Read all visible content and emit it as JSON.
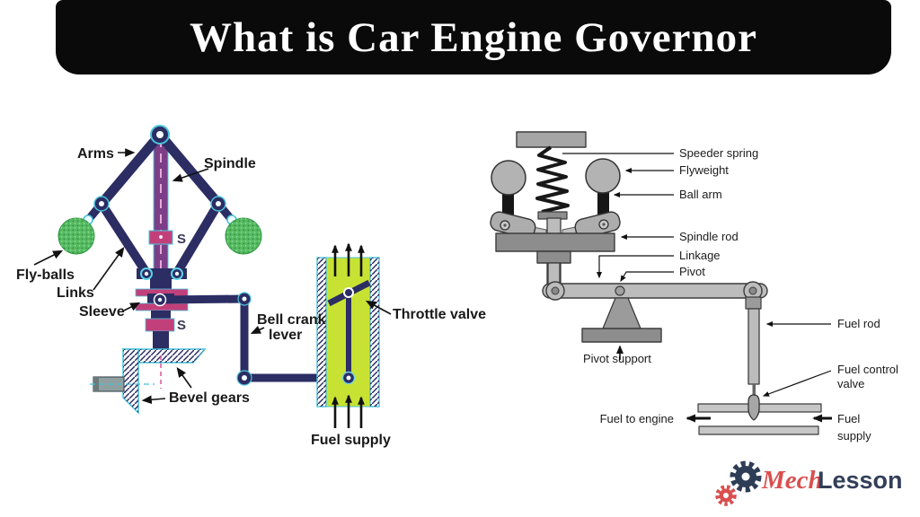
{
  "banner": {
    "title": "What is Car Engine Governor",
    "bg_color": "#0b0a0a",
    "text_color": "#ffffff"
  },
  "left_diagram": {
    "description": "centrifugal fly-ball governor with throttle valve",
    "labels": {
      "arms": "Arms",
      "spindle": "Spindle",
      "fly_balls": "Fly-balls",
      "links": "Links",
      "sleeve": "Sleeve",
      "s_upper": "S",
      "s_lower": "S",
      "bell_crank_line1": "Bell crank",
      "bell_crank_line2": "lever",
      "throttle_valve": "Throttle valve",
      "bevel_gears": "Bevel gears",
      "fuel_supply": "Fuel supply"
    },
    "colors": {
      "frame_navy": "#2b2d63",
      "outline_cyan": "#4cc4dc",
      "spindle_purple": "#7c3f87",
      "sleeve_pink": "#c2407a",
      "fly_ball_green": "#57bb62",
      "pipe_chartreuse": "#c8e234"
    }
  },
  "right_diagram": {
    "description": "mechanical governor with speeder spring and fuel control valve",
    "labels": {
      "speeder_spring": "Speeder spring",
      "flyweight": "Flyweight",
      "ball_arm": "Ball arm",
      "spindle_rod": "Spindle rod",
      "linkage": "Linkage",
      "pivot": "Pivot",
      "pivot_support": "Pivot support",
      "fuel_rod": "Fuel rod",
      "fuel_control_valve_line1": "Fuel control",
      "fuel_control_valve_line2": "valve",
      "fuel_to_engine": "Fuel to engine",
      "fuel_supply_line1": "Fuel",
      "fuel_supply_line2": "supply"
    },
    "colors": {
      "light_grey": "#bcbcbc",
      "mid_grey": "#9b9b9b",
      "dark_grey": "#8d8d8d",
      "outline": "#3c3c3c"
    }
  },
  "logo": {
    "mech": "Mech",
    "lesson": "Lesson",
    "mech_color": "#d94f4f",
    "lesson_color": "#333f58",
    "gear_large_color": "#2e3d56",
    "gear_small_color": "#d94f4f"
  }
}
